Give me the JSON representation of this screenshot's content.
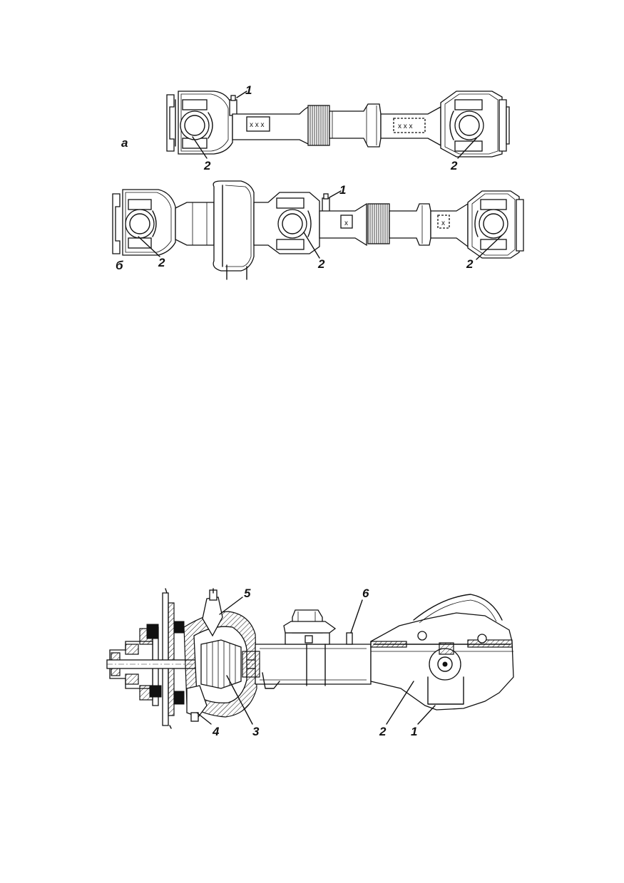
{
  "figure_a": {
    "view_label": "а",
    "callouts": [
      "1",
      "2",
      "2"
    ],
    "tube_marks": [
      "x x x",
      "x x x"
    ]
  },
  "figure_b": {
    "view_label": "б",
    "callouts": [
      "1",
      "2",
      "2",
      "2"
    ],
    "tube_marks": [
      "x",
      "x"
    ]
  },
  "figure_axle": {
    "callouts": [
      "5",
      "6",
      "4",
      "3",
      "2",
      "1"
    ]
  }
}
